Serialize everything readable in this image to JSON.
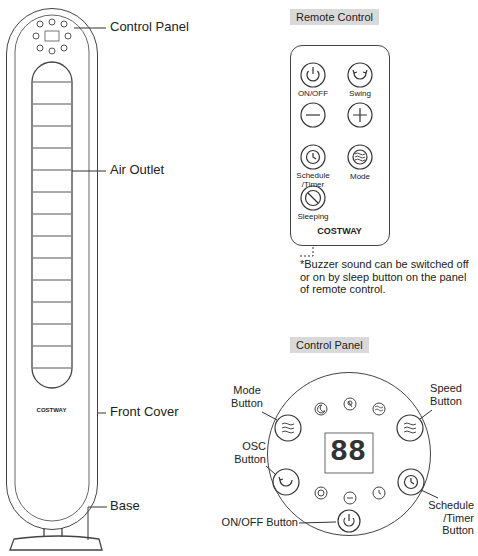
{
  "diagram": {
    "nodes": [
      {
        "text": [
          "Remote Control"
        ]
      },
      {
        "text": [
          "ON/OFF",
          "Swing",
          "Schedule /Timer",
          "Mode",
          "Sleeping",
          "COSTWAY"
        ]
      },
      {
        "text": [
          "Control Panel"
        ]
      },
      {
        "text": [
          "88"
        ]
      },
      {
        "text": [
          "COSTWAY"
        ]
      }
    ],
    "labels": [
      "Control Panel",
      "Air Outlet",
      "Front Cover",
      "Base",
      "*Buzzer sound can be switched off or on by sleep button on the panel of remote control.",
      "Mode Button",
      "Speed Button",
      "OSC Button",
      "Schedule /Timer Button",
      "ON/OFF Button"
    ]
  }
}
